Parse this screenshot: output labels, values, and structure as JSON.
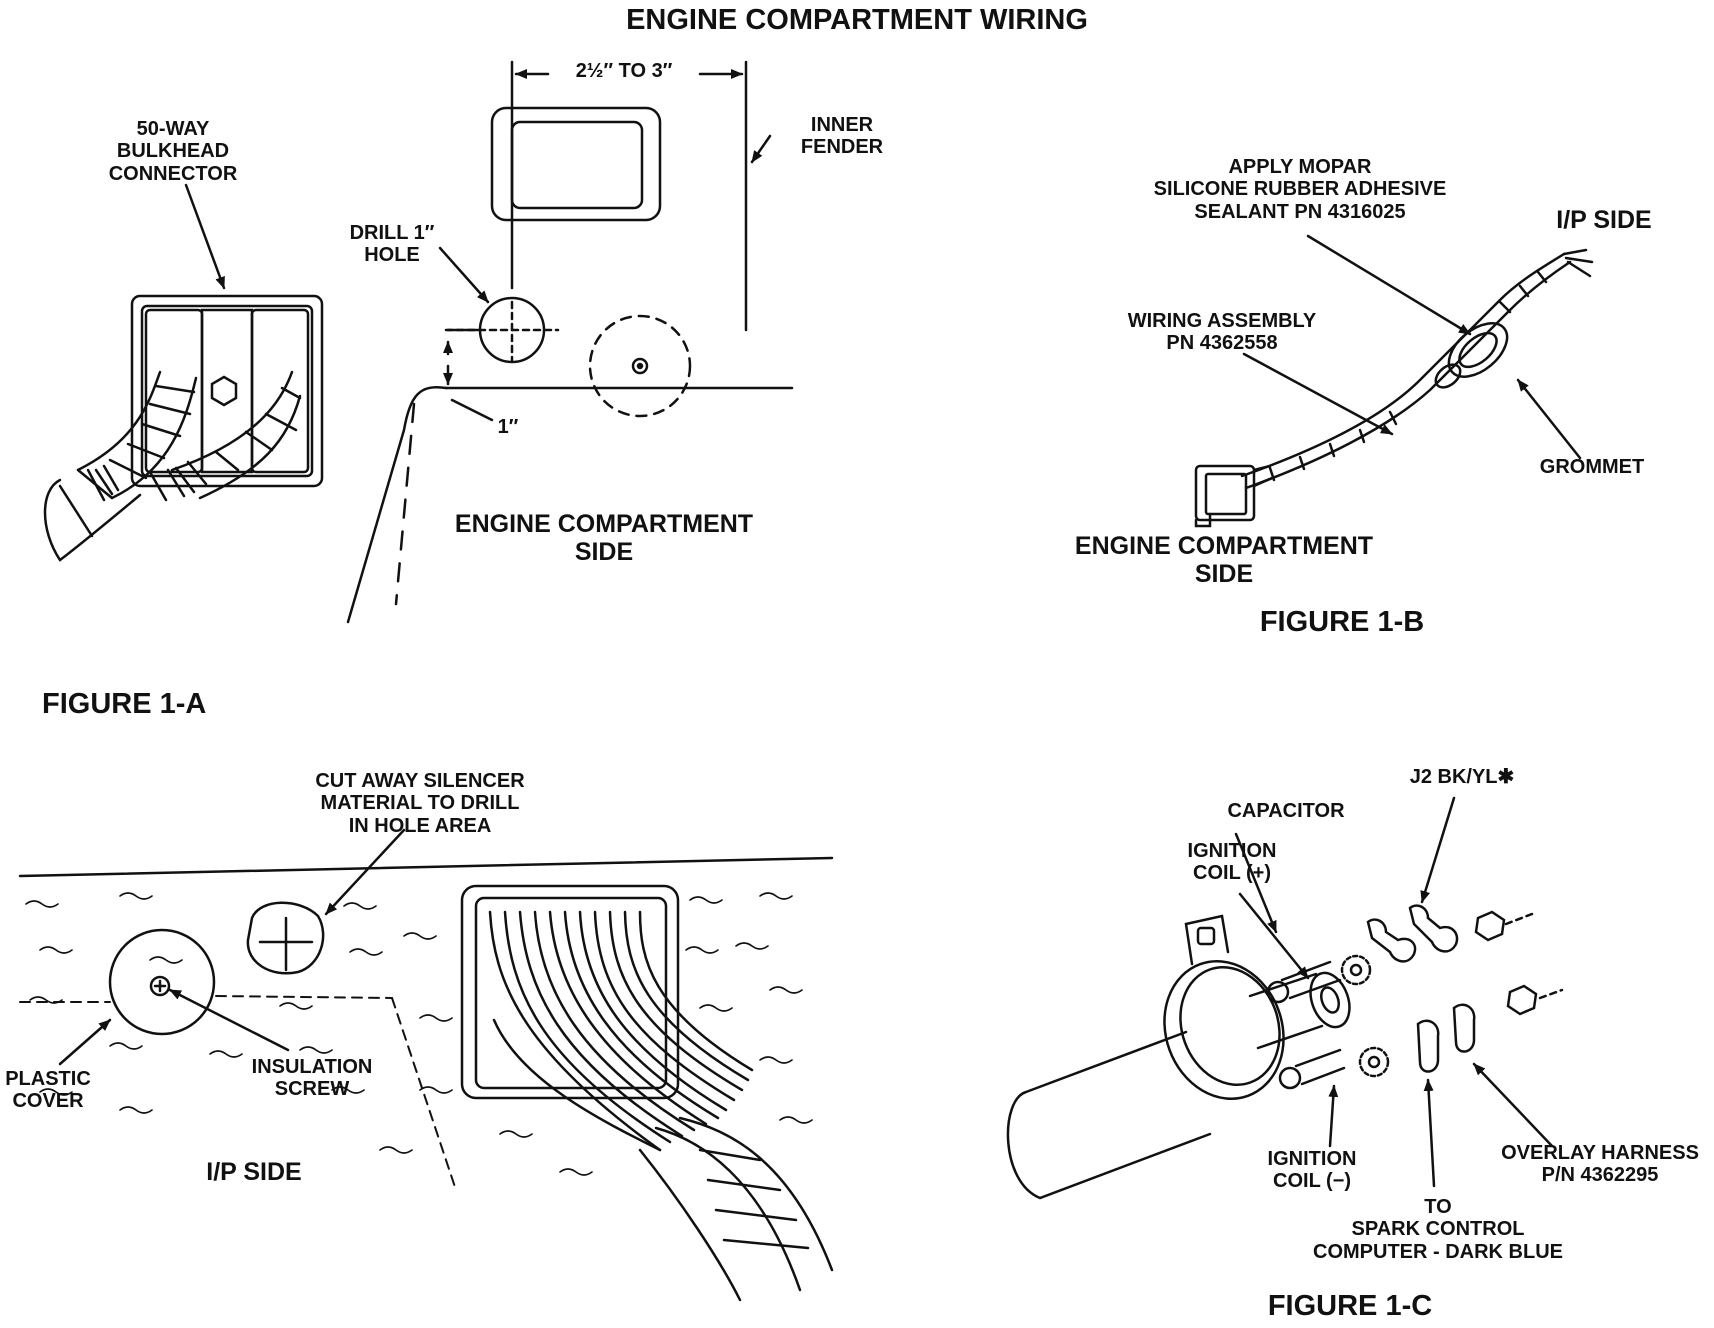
{
  "title": "ENGINE COMPARTMENT WIRING",
  "figure_1a": {
    "caption": "FIGURE 1-A",
    "bulkhead_label": [
      "50-WAY",
      "BULKHEAD",
      "CONNECTOR"
    ],
    "dimension_label": "2½″ TO 3″",
    "inner_fender_label": [
      "INNER",
      "FENDER"
    ],
    "drill_label": [
      "DRILL 1″",
      "HOLE"
    ],
    "offset_label": "1″",
    "side_label": [
      "ENGINE COMPARTMENT",
      "SIDE"
    ]
  },
  "figure_1b": {
    "caption": "FIGURE 1-B",
    "sealant_label": [
      "APPLY MOPAR",
      "SILICONE RUBBER ADHESIVE",
      "SEALANT PN 4316025"
    ],
    "ip_side_label": "I/P SIDE",
    "wiring_label": [
      "WIRING ASSEMBLY",
      "PN 4362558"
    ],
    "grommet_label": "GROMMET",
    "side_label": [
      "ENGINE COMPARTMENT",
      "SIDE"
    ]
  },
  "figure_1ip": {
    "cut_label": [
      "CUT AWAY SILENCER",
      "MATERIAL TO DRILL",
      "IN HOLE AREA"
    ],
    "plastic_label": [
      "PLASTIC",
      "COVER"
    ],
    "screw_label": [
      "INSULATION",
      "SCREW"
    ],
    "ip_side_label": "I/P SIDE"
  },
  "figure_1c": {
    "caption": "FIGURE 1-C",
    "j2_label": "J2 BK/YL✱",
    "capacitor_label": "CAPACITOR",
    "coil_plus_label": [
      "IGNITION",
      "COIL (+)"
    ],
    "coil_minus_label": [
      "IGNITION",
      "COIL (−)"
    ],
    "to_label": [
      "TO",
      "SPARK CONTROL",
      "COMPUTER - DARK BLUE"
    ],
    "overlay_label": [
      "OVERLAY HARNESS",
      "P/N 4362295"
    ]
  }
}
